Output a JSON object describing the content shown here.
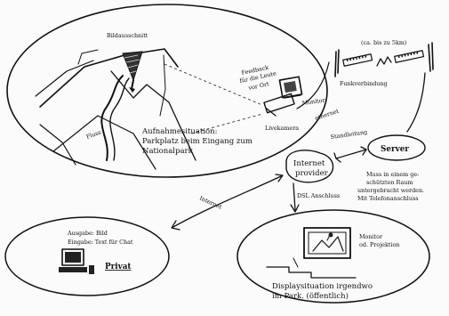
{
  "diagram": {
    "labels": {
      "bildausschnitt": "Bildausschnitt",
      "fluss": "Fluss",
      "feedback": [
        "Feedback",
        "für die Leute",
        "vor Ort"
      ],
      "monitor_small": "Monitor",
      "ethernet": "ethernet",
      "livekamera": "Livekamera",
      "aufnahmesituation": [
        "Aufnahmesituation:",
        "Parkplatz beim Eingang zum",
        "Nationalpark"
      ],
      "range": "(ca. bis zu 5km)",
      "funkverbindung": "Funkverbindung",
      "standleitung": "Standleitung",
      "server": "Server",
      "server_note": [
        "Muss in einem ge-",
        "schützten Raum",
        "untergebracht werden.",
        "Mit Telefonanschluss"
      ],
      "internet_provider": [
        "Internet",
        "provider"
      ],
      "internet": "Internet",
      "dsl": "DSL Anschluss",
      "private_note": [
        "Ausgabe: Bild",
        "Eingabe: Text für Chat"
      ],
      "privat": "Privat",
      "monitor_projektion": [
        "Monitor",
        "od. Projektion"
      ],
      "displaysituation": [
        "Displaysituation irgendwo",
        "im Park. (öffentlich)"
      ]
    }
  }
}
